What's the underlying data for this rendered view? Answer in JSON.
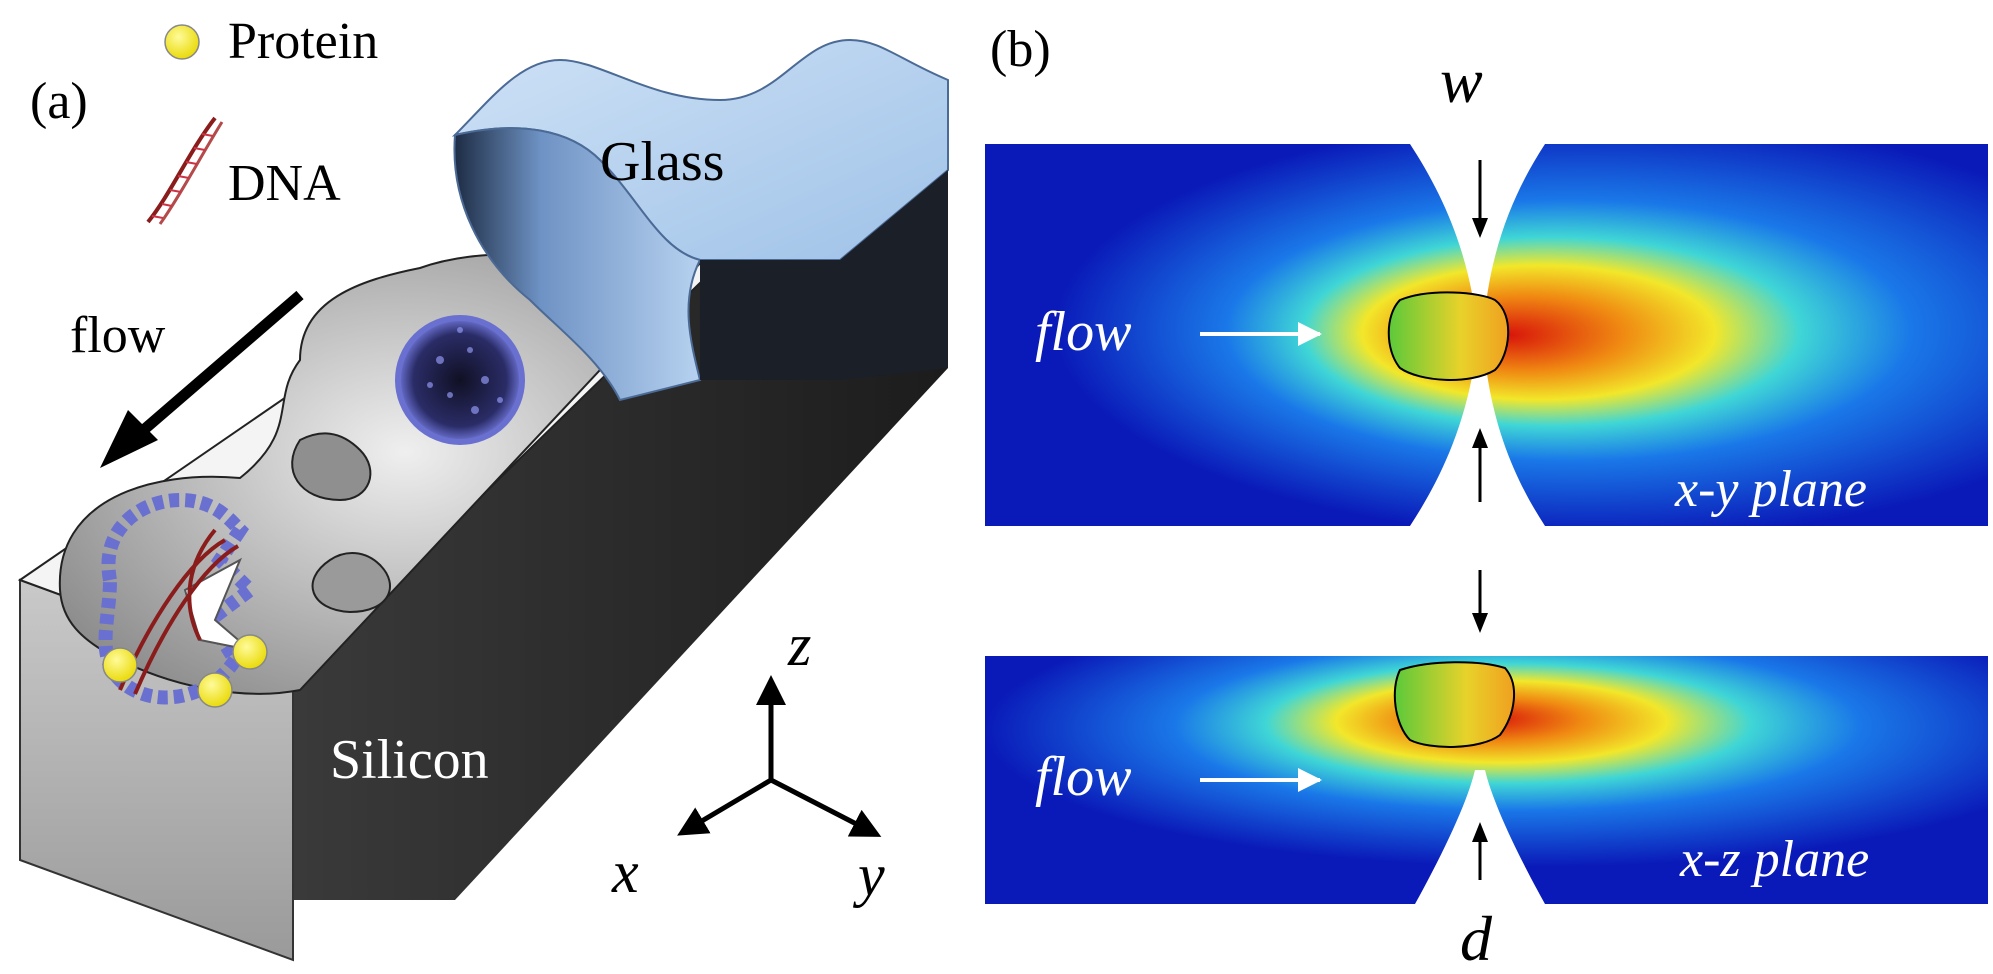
{
  "panel_a": {
    "label": "(a)",
    "legend": {
      "protein": "Protein",
      "dna": "DNA"
    },
    "flow": "flow",
    "glass": "Glass",
    "silicon": "Silicon",
    "axes": {
      "z": "z",
      "x": "x",
      "y": "y"
    }
  },
  "panel_b": {
    "label": "(b)",
    "w": "w",
    "d": "d",
    "top": {
      "flow": "flow",
      "plane": "x-y plane"
    },
    "bottom": {
      "flow": "flow",
      "plane": "x-z plane"
    }
  },
  "colors": {
    "silicon_dark": "#2a2a2a",
    "glass": "#a9c8ea",
    "protein": "#f4ec1a",
    "field_low": "#0b1fc9",
    "field_mid": "#24c6e8",
    "field_high": "#d61a0a"
  }
}
